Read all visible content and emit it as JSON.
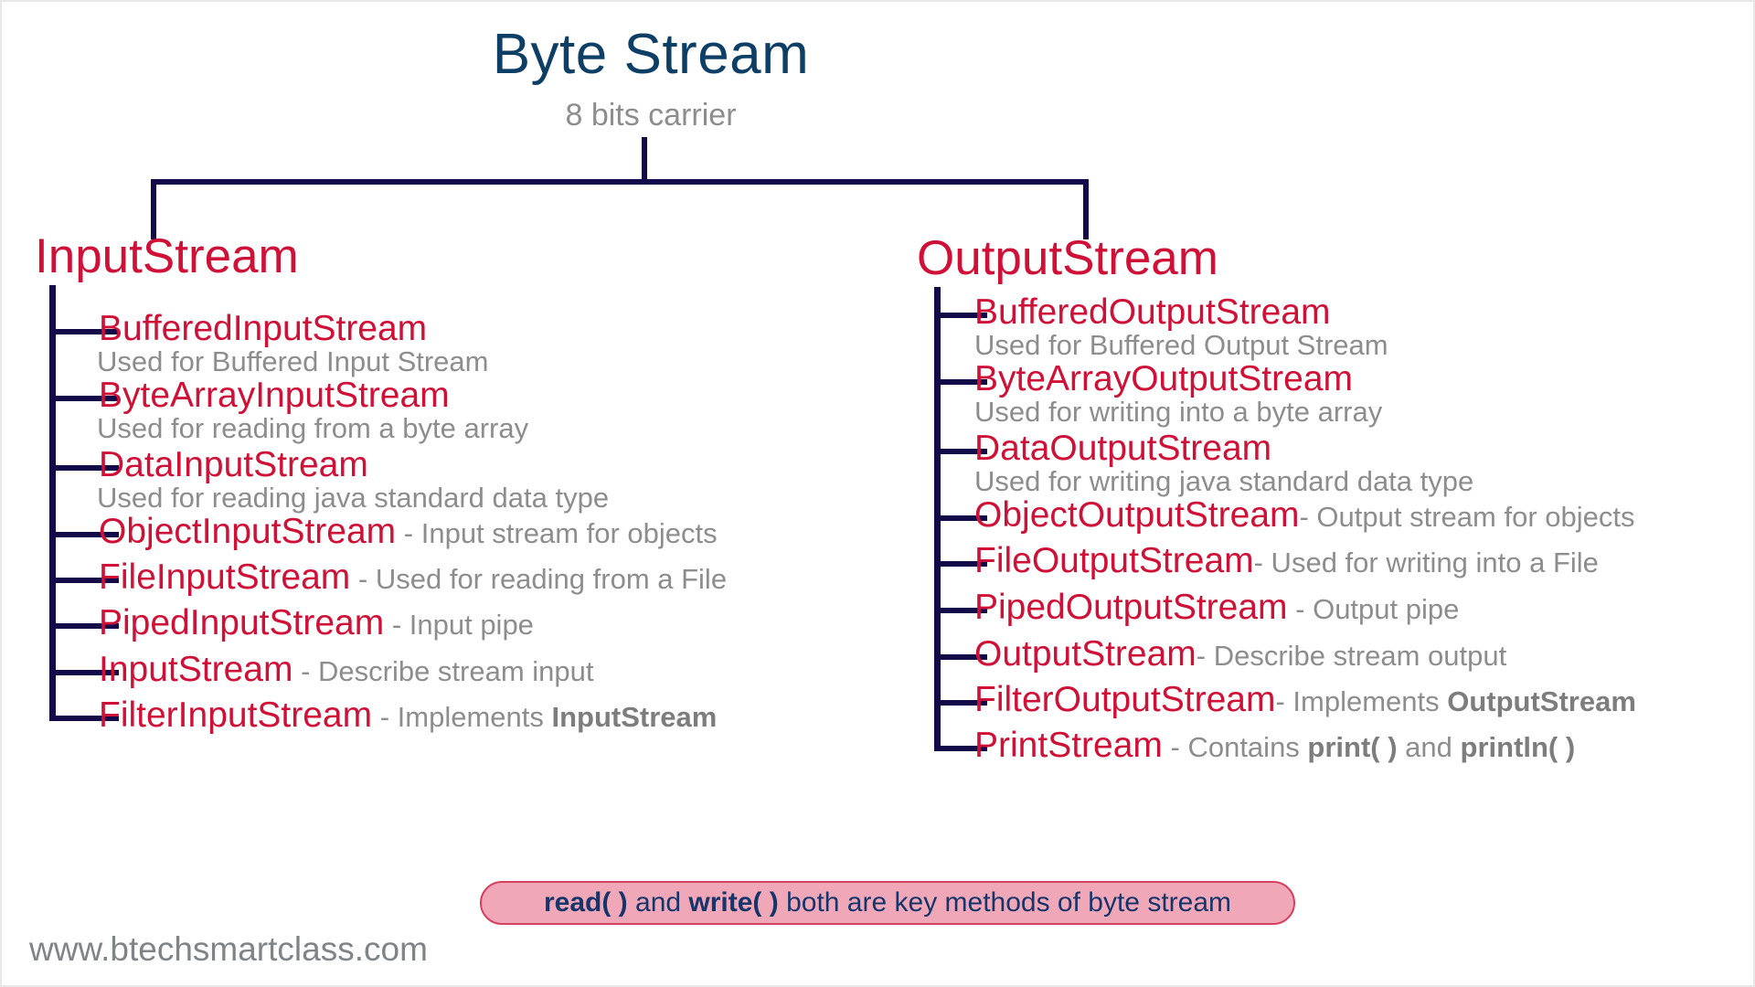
{
  "header": {
    "title": "Byte Stream",
    "subtitle": "8 bits carrier"
  },
  "colors": {
    "title": "#0d3f66",
    "class_name": "#cf1037",
    "description": "#8d8d8d",
    "connector": "#130a4a",
    "pill_background": "#f0a8b8",
    "pill_border": "#d6415f",
    "pill_text": "#16356b",
    "footer": "#7f8489"
  },
  "branches": [
    {
      "heading": "InputStream",
      "items": [
        {
          "name": "BufferedInputStream",
          "desc_below": "Used for Buffered Input Stream",
          "desc_inline": ""
        },
        {
          "name": "ByteArrayInputStream",
          "desc_below": "Used for reading from a byte array",
          "desc_inline": ""
        },
        {
          "name": "DataInputStream",
          "desc_below": "Used for reading java standard data type",
          "desc_inline": ""
        },
        {
          "name": "ObjectInputStream",
          "desc_below": "",
          "desc_inline": " - Input stream for objects"
        },
        {
          "name": "FileInputStream",
          "desc_below": "",
          "desc_inline": " - Used for reading from a File"
        },
        {
          "name": "PipedInputStream",
          "desc_below": "",
          "desc_inline": " - Input pipe"
        },
        {
          "name": "InputStream",
          "desc_below": "",
          "desc_inline": "  - Describe stream input"
        },
        {
          "name": "FilterInputStream",
          "desc_below": "",
          "desc_inline": " - Implements ",
          "desc_bold": "InputStream"
        }
      ]
    },
    {
      "heading": "OutputStream",
      "items": [
        {
          "name": "BufferedOutputStream",
          "desc_below": "Used for Buffered Output Stream",
          "desc_inline": ""
        },
        {
          "name": "ByteArrayOutputStream",
          "desc_below": "Used for writing into a byte array",
          "desc_inline": ""
        },
        {
          "name": "DataOutputStream",
          "desc_below": "Used for writing java standard data type",
          "desc_inline": ""
        },
        {
          "name": "ObjectOutputStream",
          "desc_below": "",
          "desc_inline": "- Output stream for objects"
        },
        {
          "name": "FileOutputStream",
          "desc_below": "",
          "desc_inline": "- Used for writing into a File"
        },
        {
          "name": "PipedOutputStream",
          "desc_below": "",
          "desc_inline": " - Output pipe"
        },
        {
          "name": "OutputStream",
          "desc_below": "",
          "desc_inline": "- Describe stream output"
        },
        {
          "name": "FilterOutputStream",
          "desc_below": "",
          "desc_inline": "- Implements ",
          "desc_bold": "OutputStream"
        },
        {
          "name": "PrintStream",
          "desc_below": "",
          "desc_inline": "  - Contains ",
          "desc_bold": "print( )",
          "desc_tail": " and ",
          "desc_bold2": "println( )"
        }
      ]
    }
  ],
  "callout": {
    "bold1": "read( )",
    "mid": " and ",
    "bold2": "write( )",
    "tail": " both are key methods of byte stream"
  },
  "footer": {
    "website": "www.btechsmartclass.com"
  }
}
